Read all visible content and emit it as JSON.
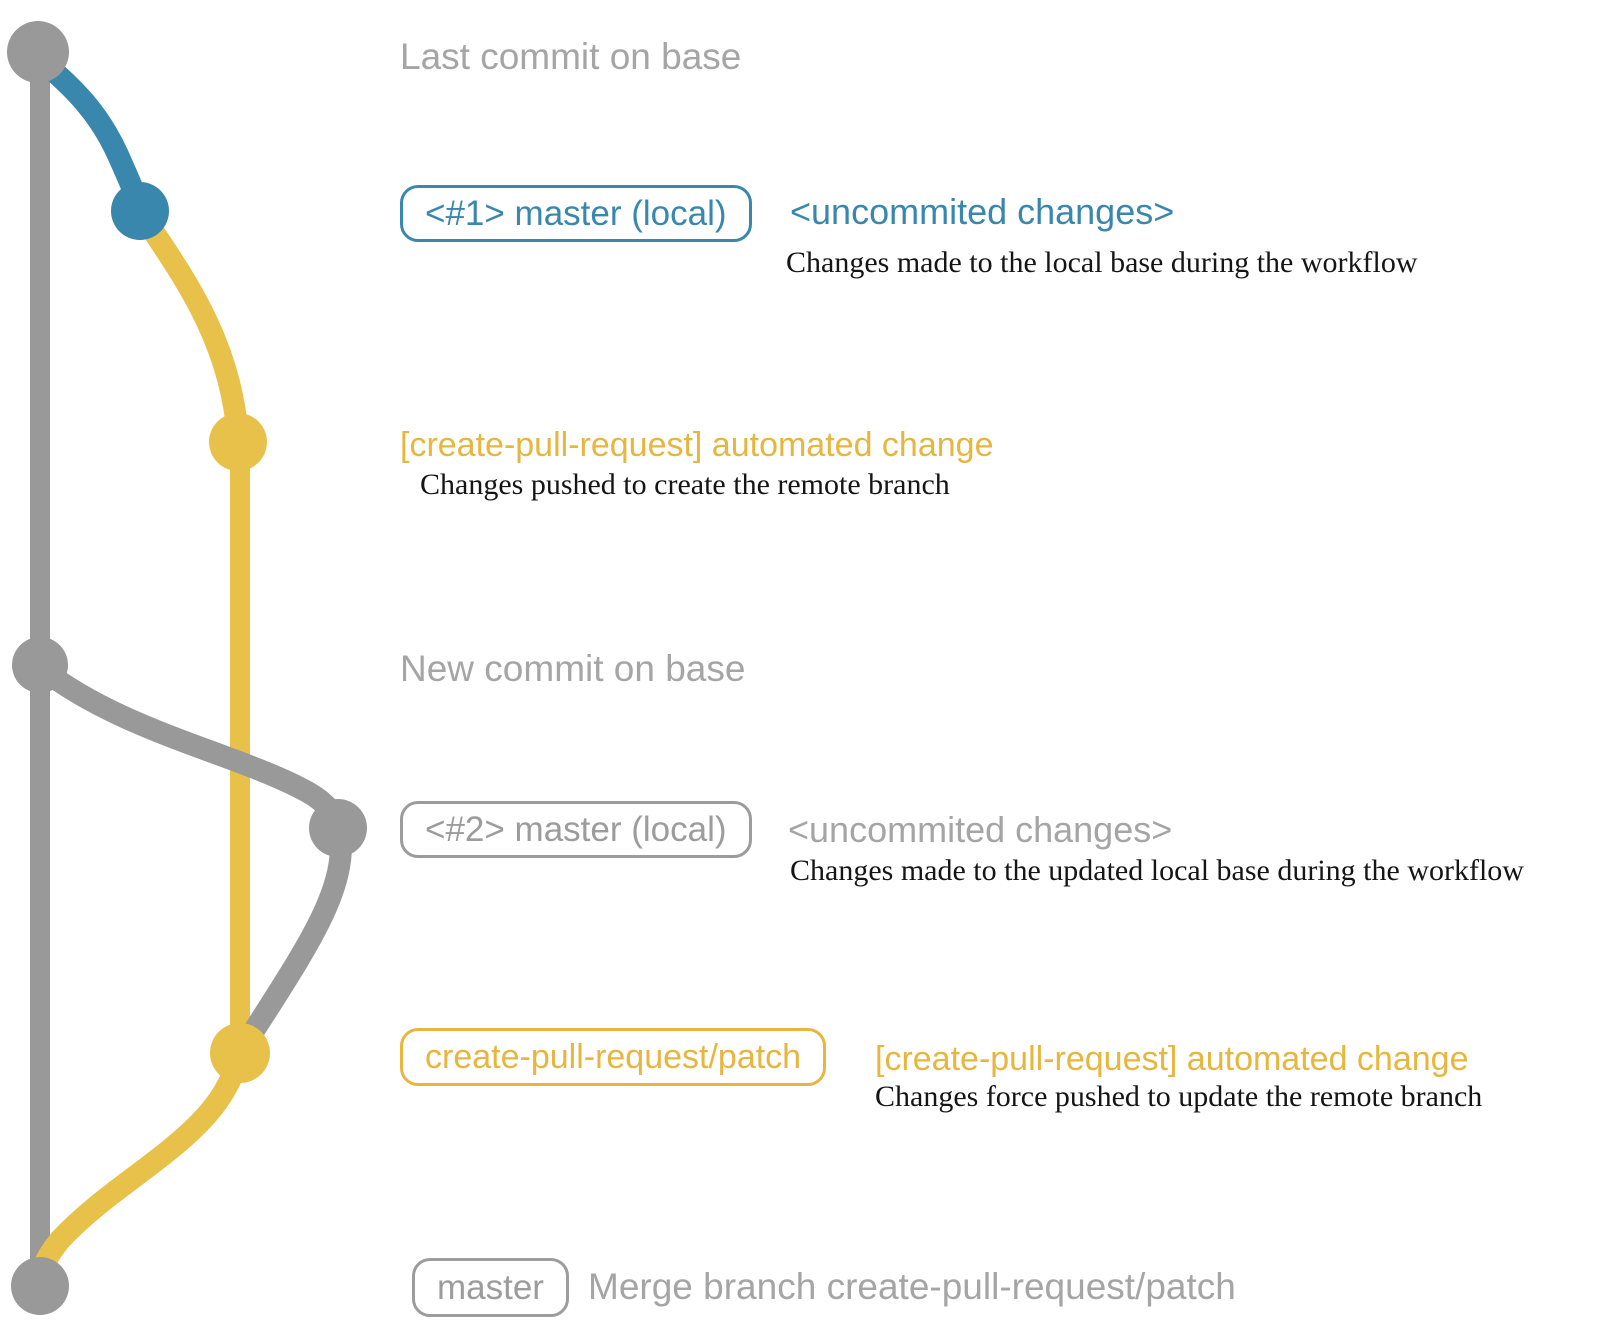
{
  "colors": {
    "graph-gray": "#999999",
    "graph-blue": "#3a87ad",
    "graph-yellow": "#e8c14b",
    "text-gray": "#a5a5a5",
    "badge-gray": "#9c9c9c",
    "text-blue": "#3a87ad",
    "text-yellow": "#e6b63f",
    "text-black": "#151515"
  },
  "graph": {
    "branches": [
      {
        "name": "base",
        "color_key": "graph-gray"
      },
      {
        "name": "local-master",
        "color_key": "graph-blue"
      },
      {
        "name": "create-pull-request/patch",
        "color_key": "graph-yellow"
      }
    ],
    "commits": [
      {
        "id": "last-commit-on-base",
        "branch": "base"
      },
      {
        "id": "local-commit-1",
        "branch": "local-master"
      },
      {
        "id": "remote-commit-1",
        "branch": "create-pull-request/patch"
      },
      {
        "id": "new-commit-on-base",
        "branch": "base"
      },
      {
        "id": "local-commit-2",
        "branch": "local-master"
      },
      {
        "id": "remote-commit-2",
        "branch": "create-pull-request/patch"
      },
      {
        "id": "merge-commit",
        "branch": "base"
      }
    ]
  },
  "rows": {
    "last_commit": {
      "label": "Last commit on base"
    },
    "local_commit_1": {
      "badge": "<#1> master (local)",
      "message": "<uncommited changes>",
      "note": "Changes made to the local base during the workflow"
    },
    "remote_push_1": {
      "message": "[create-pull-request] automated change",
      "note": "Changes pushed to create the remote branch"
    },
    "new_commit": {
      "label": "New commit on base"
    },
    "local_commit_2": {
      "badge": "<#2> master (local)",
      "message": "<uncommited changes>",
      "note": "Changes made to the updated local base during the workflow"
    },
    "remote_push_2": {
      "badge": "create-pull-request/patch",
      "message": "[create-pull-request] automated change",
      "note": "Changes force pushed to update the remote branch"
    },
    "merge_commit": {
      "badge": "master",
      "message": "Merge branch create-pull-request/patch"
    }
  }
}
